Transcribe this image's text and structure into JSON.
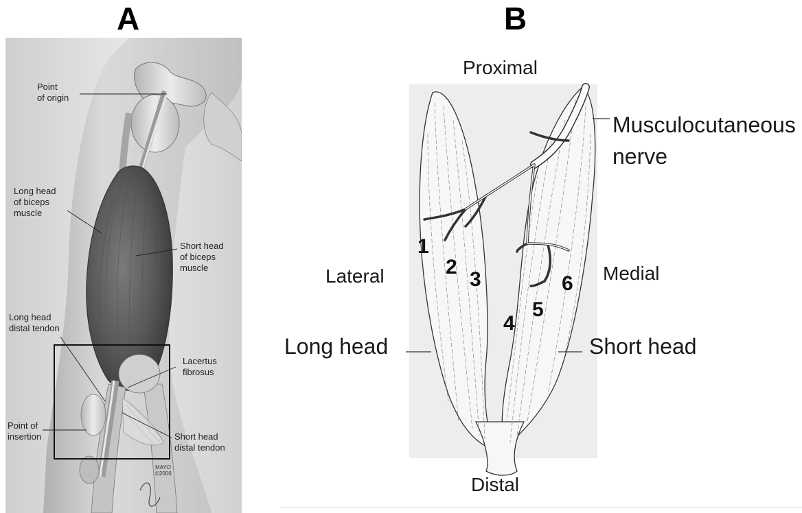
{
  "panels": {
    "a": {
      "letter": "A",
      "labels": {
        "point_of_origin": "Point\nof origin",
        "long_head_muscle": "Long head\nof biceps\nmuscle",
        "short_head_muscle": "Short head\nof biceps\nmuscle",
        "long_head_tendon": "Long head\ndistal tendon",
        "lacertus": "Lacertus\nfibrosus",
        "point_of_insertion": "Point of\ninsertion",
        "short_head_tendon": "Short head\ndistal tendon",
        "credit": "MAYO\n©2006"
      }
    },
    "b": {
      "letter": "B",
      "labels": {
        "proximal": "Proximal",
        "distal": "Distal",
        "lateral": "Lateral",
        "medial": "Medial",
        "long_head": "Long head",
        "short_head": "Short head",
        "nerve": "Musculocutaneous\nnerve"
      },
      "numbers": [
        "1",
        "2",
        "3",
        "4",
        "5",
        "6"
      ]
    }
  }
}
